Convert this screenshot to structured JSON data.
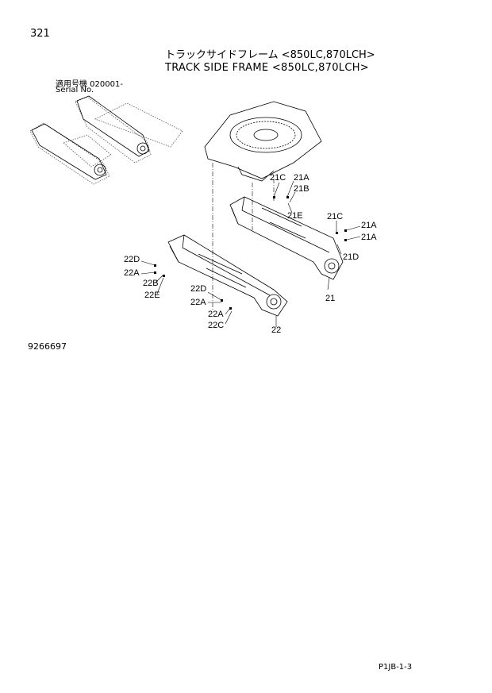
{
  "header": {
    "page_number": "321",
    "title_jp": "トラックサイドフレーム <850LC,870LCH>",
    "title_en": "TRACK SIDE FRAME <850LC,870LCH>",
    "serial_label_jp": "適用号機  020001-",
    "serial_label_en": "Serial No."
  },
  "callouts": {
    "c21C_a": "21C",
    "c21A_a": "21A",
    "c21B": "21B",
    "c21E": "21E",
    "c21C_b": "21C",
    "c21A_b": "21A",
    "c21A_c": "21A",
    "c21D": "21D",
    "c21": "21",
    "c22D_a": "22D",
    "c22A_a": "22A",
    "c22B": "22B",
    "c22E": "22E",
    "c22D_b": "22D",
    "c22A_b": "22A",
    "c22A_c": "22A",
    "c22C": "22C",
    "c22": "22"
  },
  "footer": {
    "doc_id": "9266697",
    "page_code": "P1JB-1-3"
  }
}
